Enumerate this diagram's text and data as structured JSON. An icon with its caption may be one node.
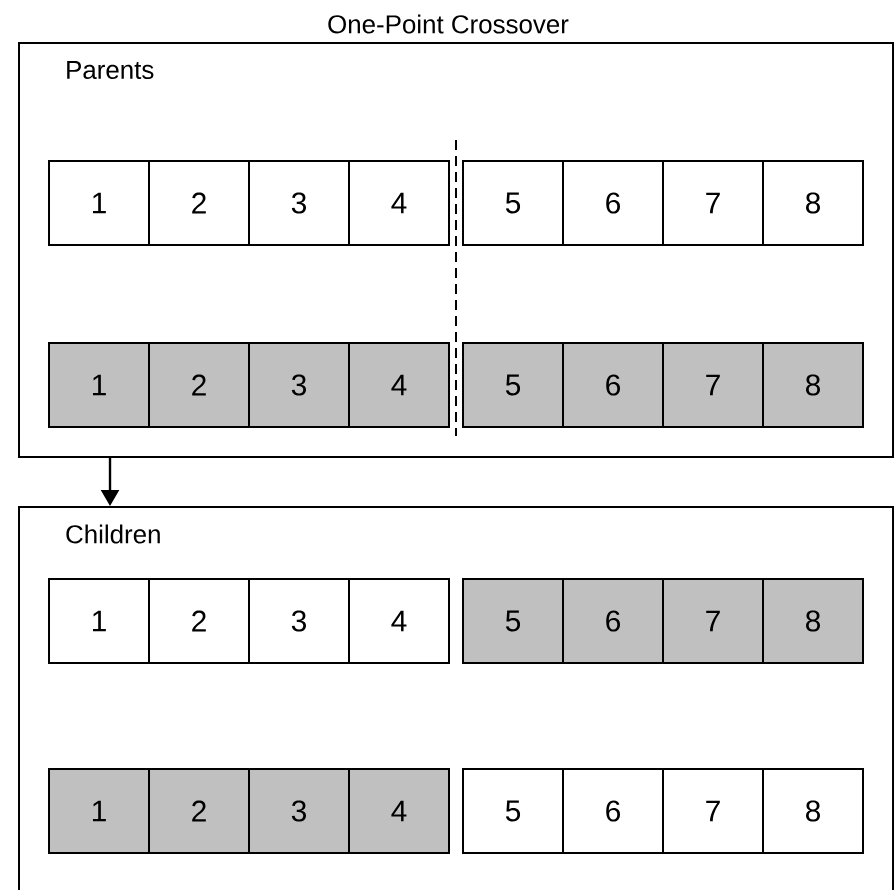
{
  "diagram": {
    "title": "One-Point Crossover",
    "nodes": [
      {
        "text": [
          "Parents"
        ]
      },
      {
        "text": [
          "1"
        ],
        "in": 0
      },
      {
        "text": [
          "2"
        ],
        "in": 0
      },
      {
        "text": [
          "3"
        ],
        "in": 0
      },
      {
        "text": [
          "4"
        ],
        "in": 0
      },
      {
        "text": [
          "5"
        ],
        "in": 0
      },
      {
        "text": [
          "6"
        ],
        "in": 0
      },
      {
        "text": [
          "7"
        ],
        "in": 0
      },
      {
        "text": [
          "8"
        ],
        "in": 0
      },
      {
        "text": [
          "1"
        ],
        "in": 0
      },
      {
        "text": [
          "2"
        ],
        "in": 0
      },
      {
        "text": [
          "3"
        ],
        "in": 0
      },
      {
        "text": [
          "4"
        ],
        "in": 0
      },
      {
        "text": [
          "5"
        ],
        "in": 0
      },
      {
        "text": [
          "6"
        ],
        "in": 0
      },
      {
        "text": [
          "7"
        ],
        "in": 0
      },
      {
        "text": [
          "8"
        ],
        "in": 0
      },
      {
        "text": [
          "Children"
        ]
      },
      {
        "text": [
          "1"
        ],
        "in": 17
      },
      {
        "text": [
          "2"
        ],
        "in": 17
      },
      {
        "text": [
          "3"
        ],
        "in": 17
      },
      {
        "text": [
          "4"
        ],
        "in": 17
      },
      {
        "text": [
          "5"
        ],
        "in": 17
      },
      {
        "text": [
          "6"
        ],
        "in": 17
      },
      {
        "text": [
          "7"
        ],
        "in": 17
      },
      {
        "text": [
          "8"
        ],
        "in": 17
      },
      {
        "text": [
          "1"
        ],
        "in": 17
      },
      {
        "text": [
          "2"
        ],
        "in": 17
      },
      {
        "text": [
          "3"
        ],
        "in": 17
      },
      {
        "text": [
          "4"
        ],
        "in": 17
      },
      {
        "text": [
          "5"
        ],
        "in": 17
      },
      {
        "text": [
          "6"
        ],
        "in": 17
      },
      {
        "text": [
          "7"
        ],
        "in": 17
      },
      {
        "text": [
          "8"
        ],
        "in": 17
      }
    ],
    "edges": [
      {
        "from": 0,
        "to": 17,
        "arrow": "to"
      }
    ]
  }
}
